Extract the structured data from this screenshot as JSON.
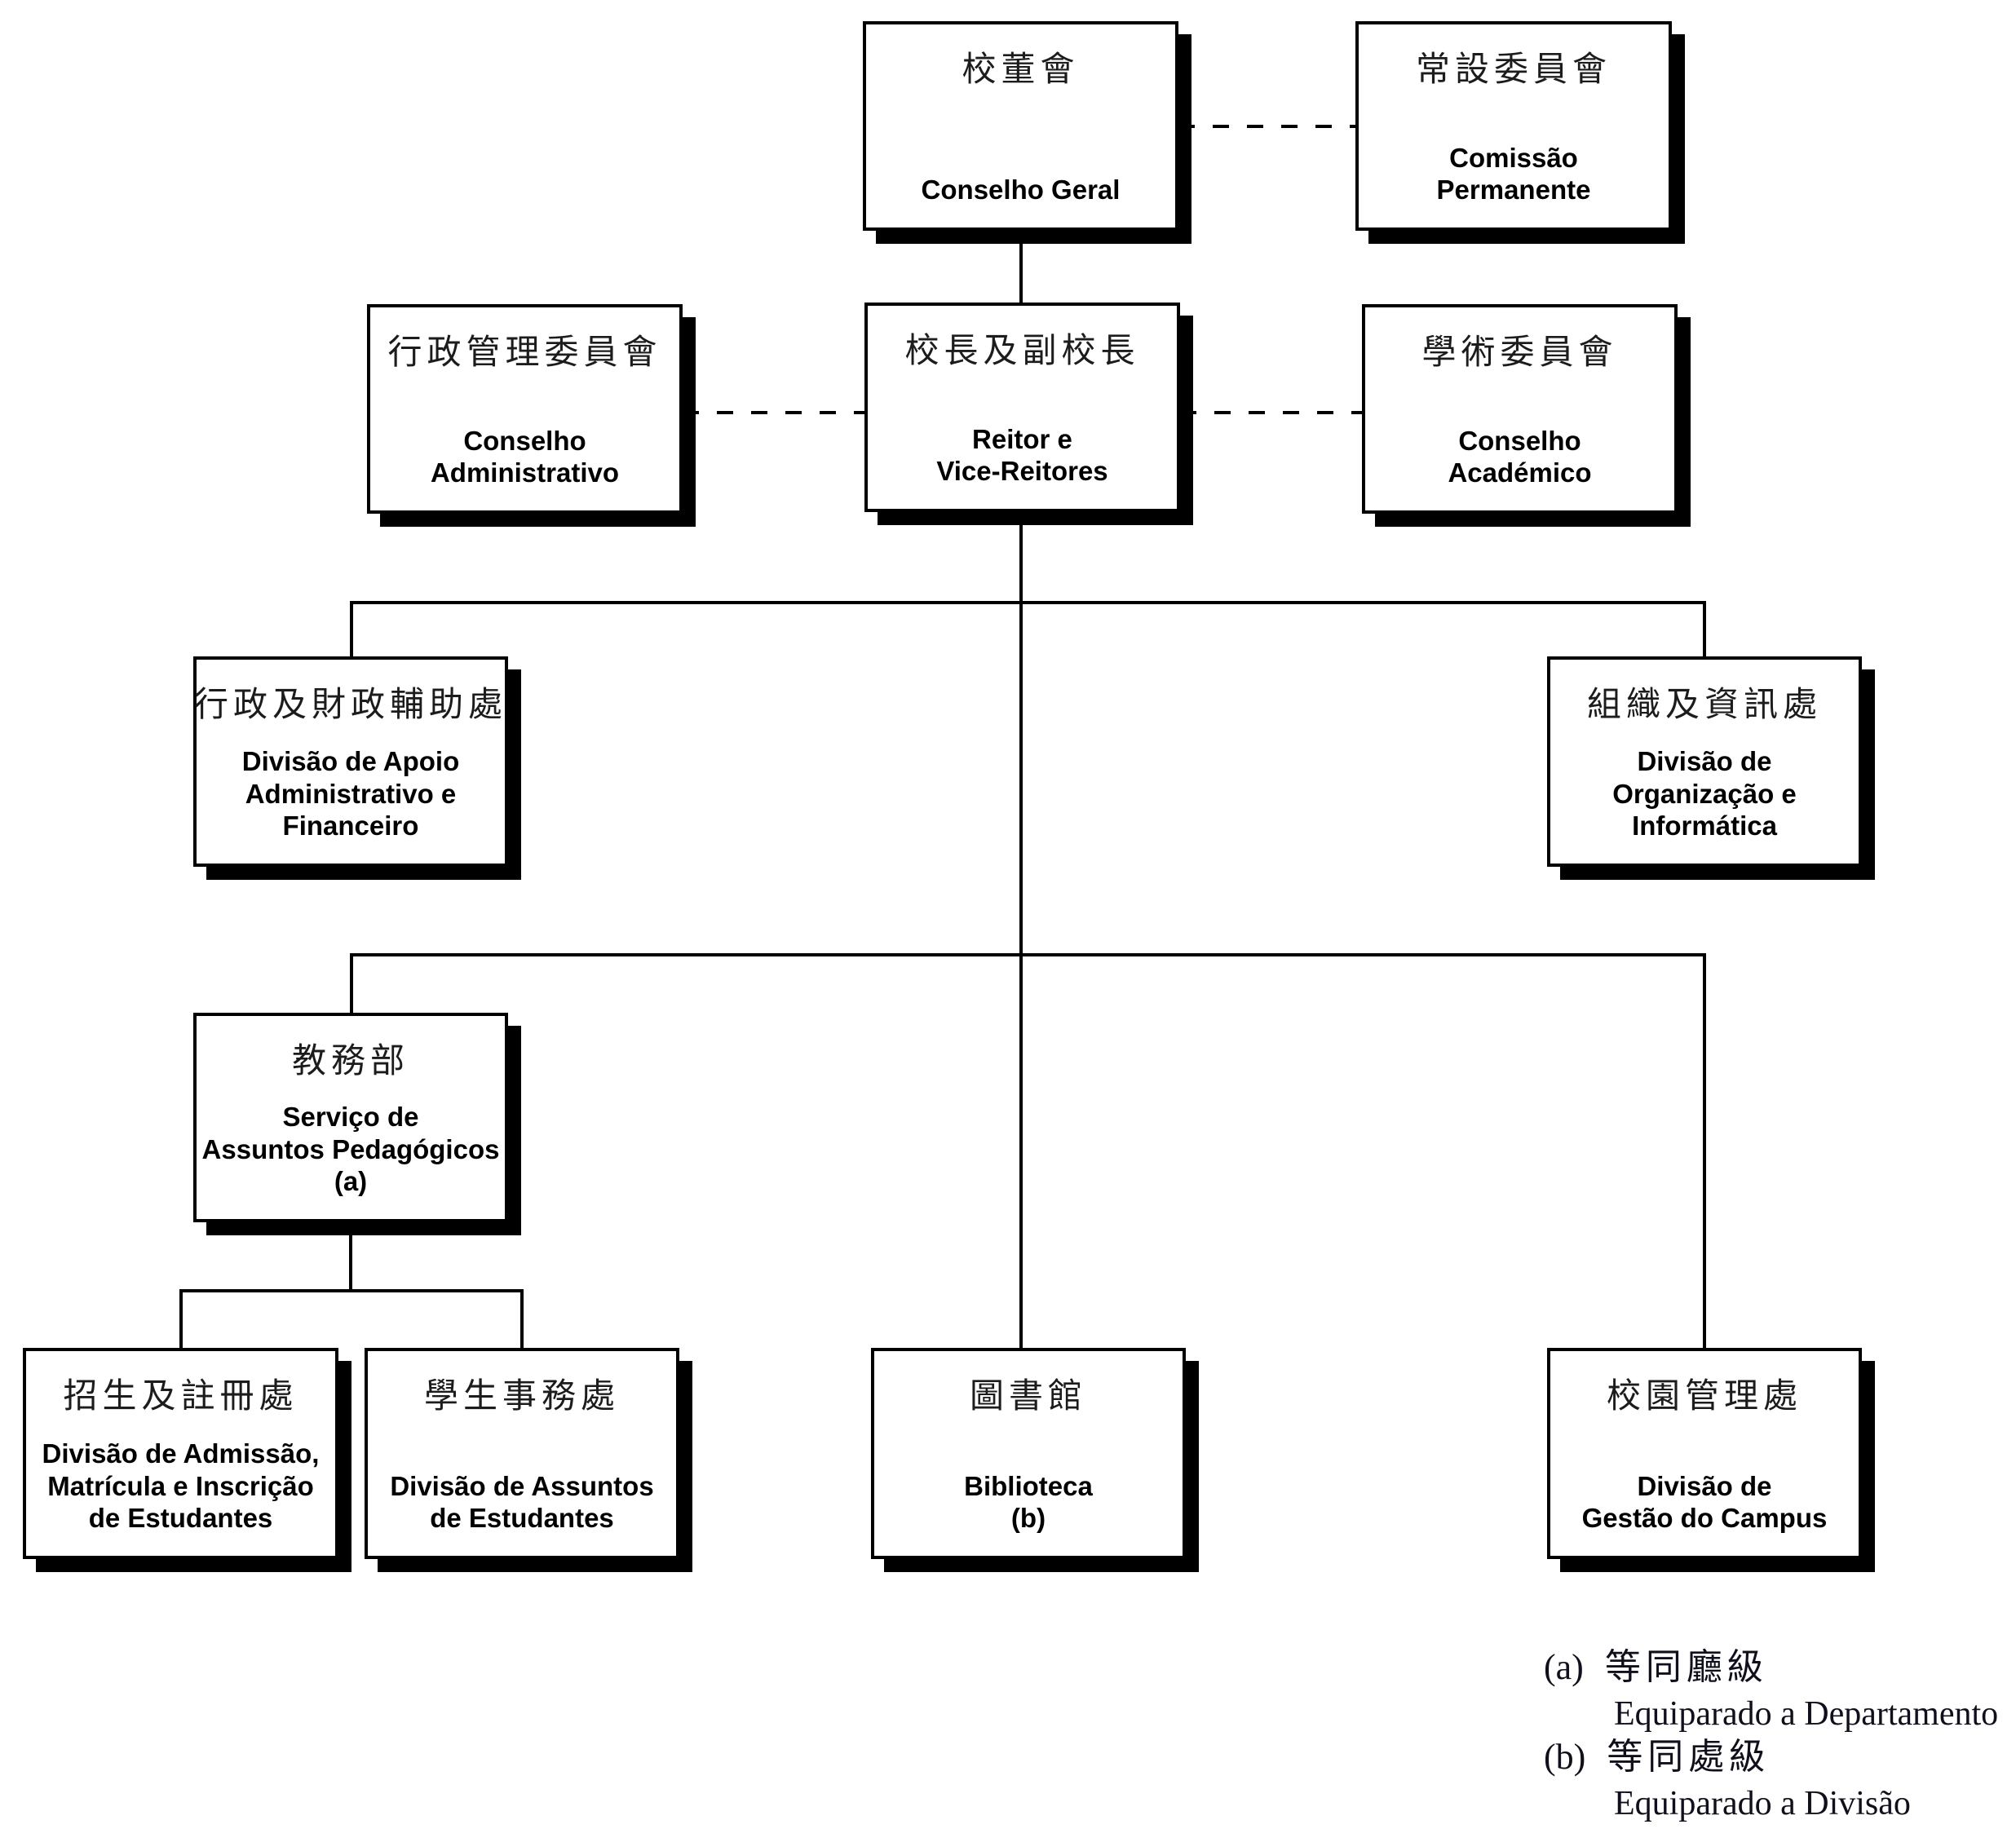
{
  "page": {
    "background_color": "#ffffff",
    "line_color": "#000000"
  },
  "org_chart": {
    "boxes": [
      {
        "id": "conselho-geral",
        "title_zh": "校董會",
        "title_pt": "Conselho Geral"
      },
      {
        "id": "comissao-permanente",
        "title_zh": "常設委員會",
        "title_pt": "Comissão\nPermanente"
      },
      {
        "id": "conselho-administrativo",
        "title_zh": "行政管理委員會",
        "title_pt": "Conselho\nAdministrativo"
      },
      {
        "id": "reitor-e-vice-reitores",
        "title_zh": "校長及副校長",
        "title_pt": "Reitor e\nVice-Reitores"
      },
      {
        "id": "conselho-academico",
        "title_zh": "學術委員會",
        "title_pt": "Conselho\nAcadémico"
      },
      {
        "id": "divisao-apoio-administrativo-financeiro",
        "title_zh": "行政及財政輔助處",
        "title_pt": "Divisão de Apoio\nAdministrativo e\nFinanceiro"
      },
      {
        "id": "divisao-organizacao-informatica",
        "title_zh": "組織及資訊處",
        "title_pt": "Divisão de\nOrganização e\nInformática"
      },
      {
        "id": "servico-assuntos-pedagogicos",
        "title_zh": "教務部",
        "title_pt": "Serviço de\nAssuntos Pedagógicos\n(a)"
      },
      {
        "id": "divisao-admissao-matricula-inscricao",
        "title_zh": "招生及註冊處",
        "title_pt": "Divisão de Admissão,\nMatrícula e Inscrição\nde Estudantes"
      },
      {
        "id": "divisao-assuntos-estudantes",
        "title_zh": "學生事務處",
        "title_pt": "Divisão de Assuntos\nde Estudantes"
      },
      {
        "id": "biblioteca",
        "title_zh": "圖書館",
        "title_pt": "Biblioteca\n(b)"
      },
      {
        "id": "divisao-gestao-campus",
        "title_zh": "校園管理處",
        "title_pt": "Divisão de\nGestão do Campus"
      }
    ],
    "legend": [
      {
        "marker": "(a)",
        "text_zh": "等同廳級",
        "text_pt": "Equiparado a Departamento"
      },
      {
        "marker": "(b)",
        "text_zh": "等同處級",
        "text_pt": "Equiparado a Divisão"
      }
    ]
  }
}
